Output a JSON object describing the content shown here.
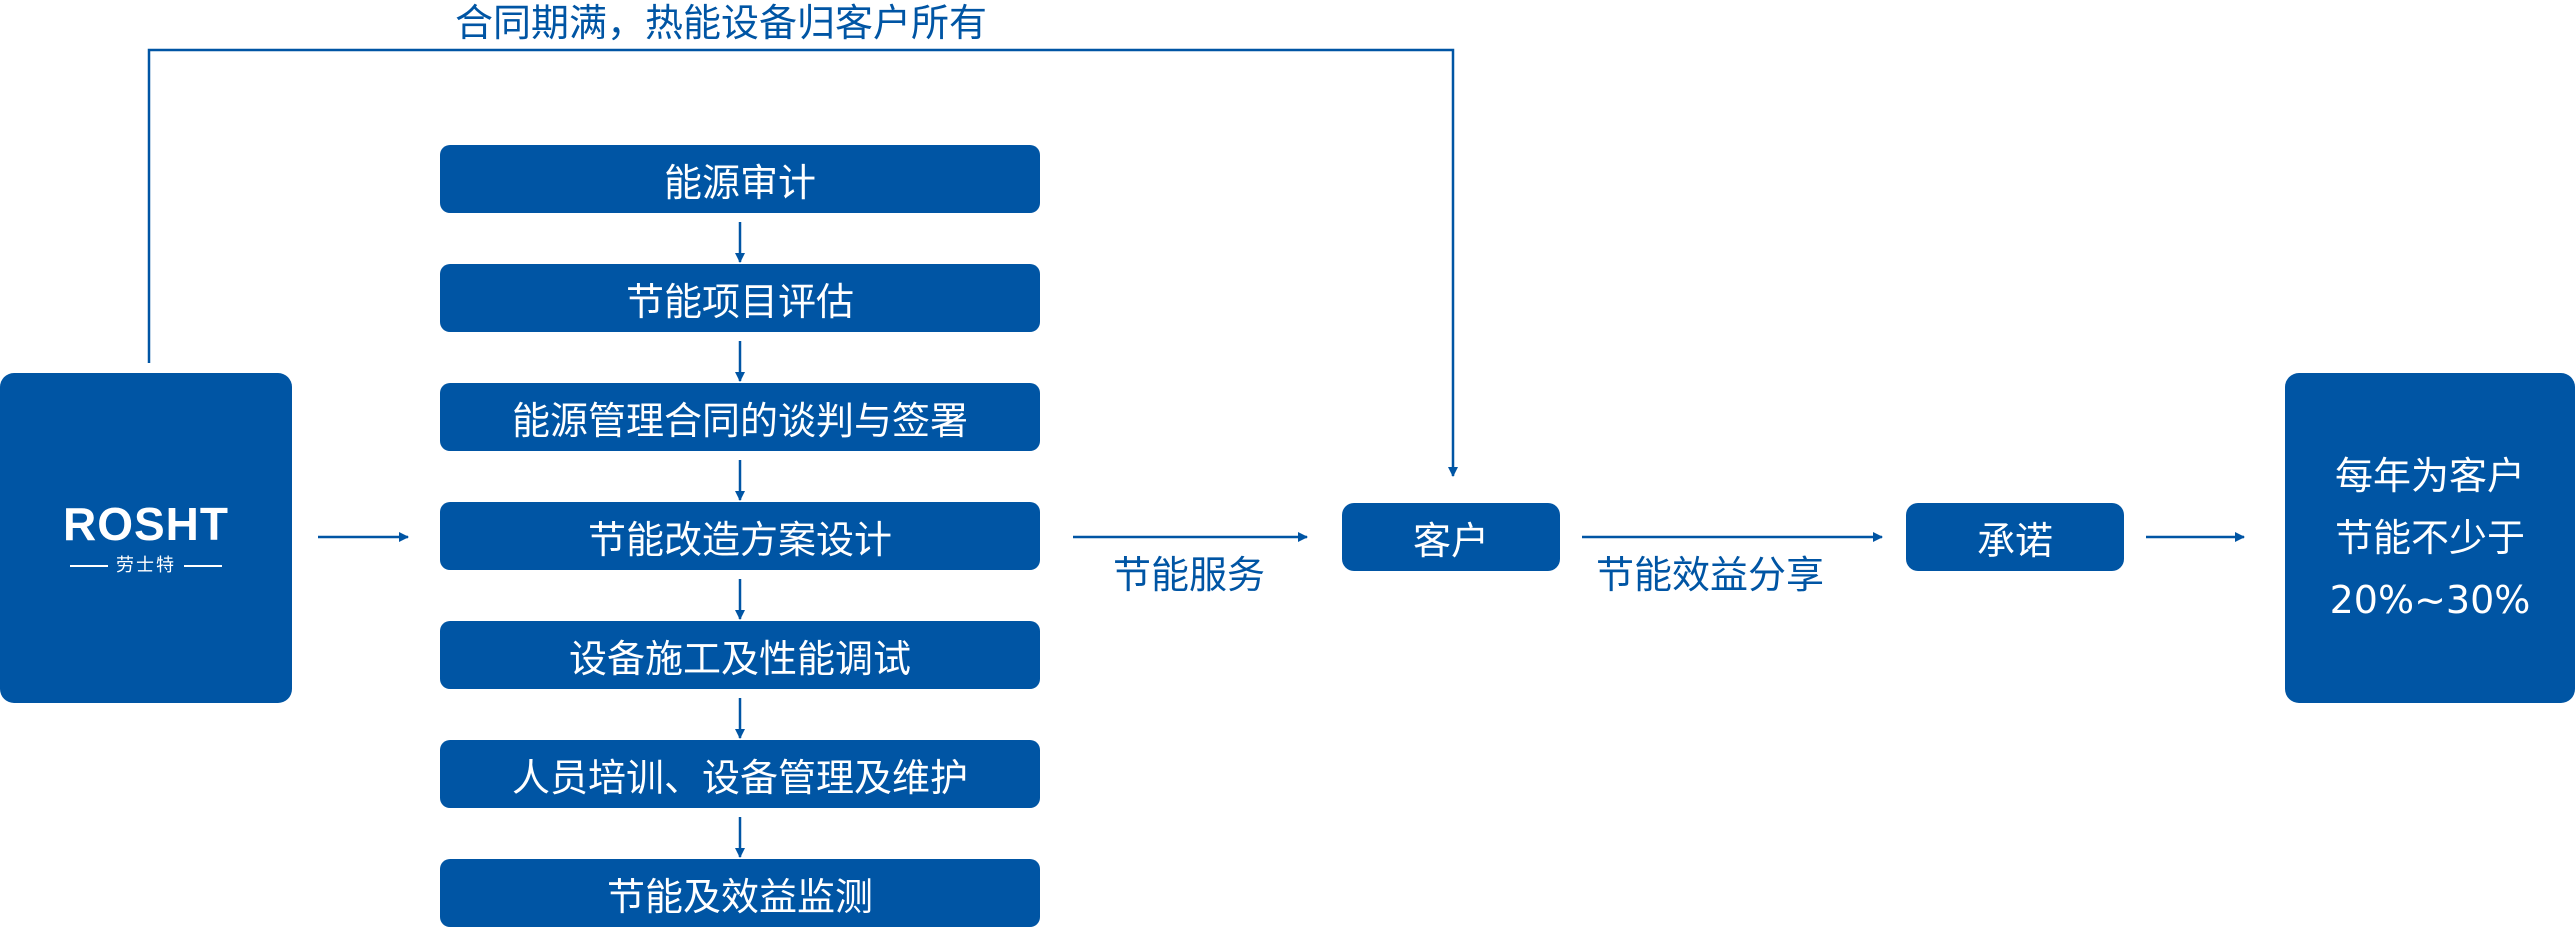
{
  "colors": {
    "primary": "#0055a4"
  },
  "logo": {
    "brand": "ROSHT",
    "sub": "劳士特"
  },
  "top_label": "合同期满，热能设备归客户所有",
  "steps": [
    "能源审计",
    "节能项目评估",
    "能源管理合同的谈判与签署",
    "节能改造方案设计",
    "设备施工及性能调试",
    "人员培训、设备管理及维护",
    "节能及效益监测"
  ],
  "edge_labels": {
    "service": "节能服务",
    "sharing": "节能效益分享"
  },
  "client": "客户",
  "promise": "承诺",
  "result": {
    "line1": "每年为客户",
    "line2": "节能不少于",
    "line3": "20%~30%"
  }
}
